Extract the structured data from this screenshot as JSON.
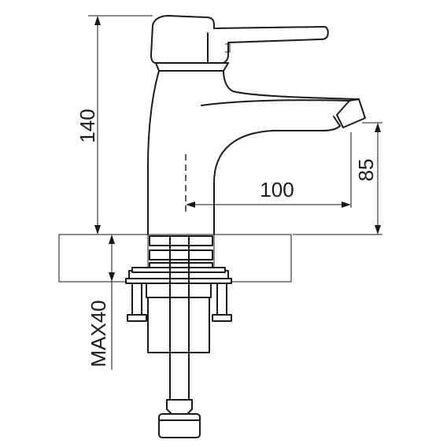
{
  "diagram": {
    "dimensions": {
      "height_total": "140",
      "spout_height": "85",
      "spout_reach": "100",
      "max_counter_thickness": "MAX40"
    },
    "colors": {
      "line": "#1a1a1a",
      "background": "#ffffff"
    }
  }
}
